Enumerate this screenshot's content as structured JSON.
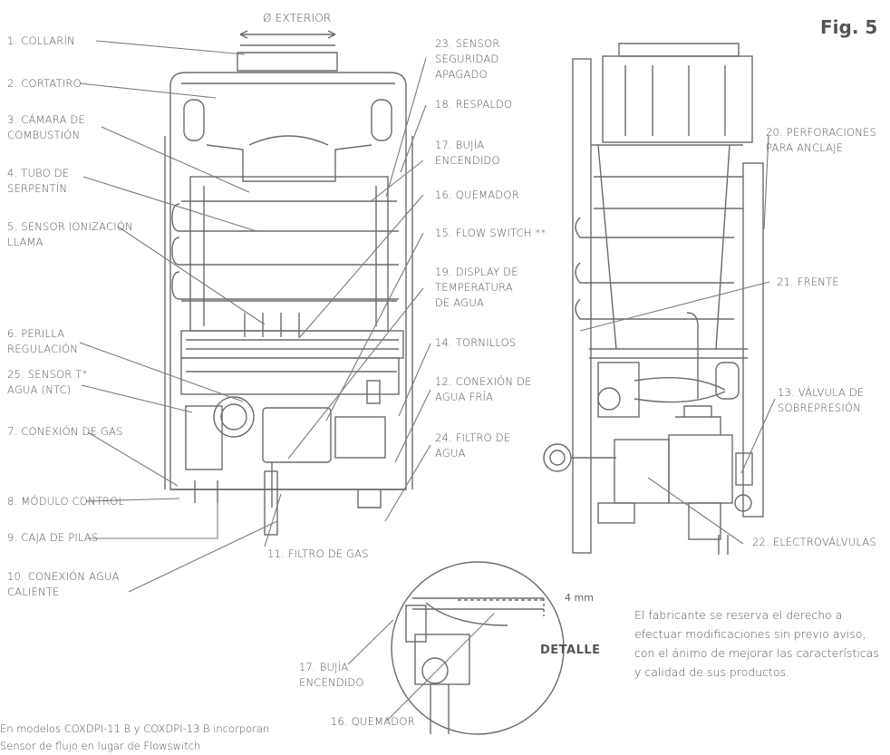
{
  "figure_label": "Fig. 5",
  "dimension_label": "Ø EXTERIOR",
  "detail_label": "DETALLE",
  "detail_gap": "4 mm",
  "labels": {
    "l1": "1. COLLARÍN",
    "l2": "2. CORTATIRO",
    "l3": "3. CÁMARA DE\nCOMBUSTIÓN",
    "l4": "4. TUBO DE\nSERPENTÍN",
    "l5": "5. SENSOR IONIZACIÓN\nLLAMA",
    "l6": "6. PERILLA\nREGULACIÓN",
    "l25": "25. SENSOR T°\nAGUA (NTC)",
    "l7": "7. CONEXIÓN DE GAS",
    "l8": "8. MÓDULO CONTROL",
    "l9": "9. CAJA DE PILAS",
    "l10": "10. CONEXIÓN AGUA\nCALIENTE",
    "l11": "11. FILTRO DE GAS",
    "l23": "23. SENSOR\nSEGURIDAD\nAPAGADO",
    "l18": "18. RESPALDO",
    "l17": "17. BUJÍA\nENCENDIDO",
    "l16": "16. QUEMADOR",
    "l15": "15. FLOW SWITCH **",
    "l19": "19. DISPLAY DE\nTEMPERATURA\nDE AGUA",
    "l14": "14. TORNILLOS",
    "l12": "12. CONEXIÓN DE\nAGUA FRÍA",
    "l24": "24. FILTRO DE\nAGUA",
    "l20": "20. PERFORACIONES\nPARA ANCLAJE",
    "l21": "21. FRENTE",
    "l13": "13. VÁLVULA DE\nSOBREPRESIÓN",
    "l22": "22. ELECTROVÁLVULAS",
    "l17d": "17. BUJÍA\nENCENDIDO",
    "l16d": "16. QUEMADOR"
  },
  "note": "El fabricante se reserva el derecho a efectuar modificaciones sin previo aviso, con el ánimo de mejorar las características y calidad de sus productos.",
  "footnote": "En modelos COXDPI-11 B y COXDPI-13 B incorporan Sensor de flujo en lugar de Flowswitch"
}
